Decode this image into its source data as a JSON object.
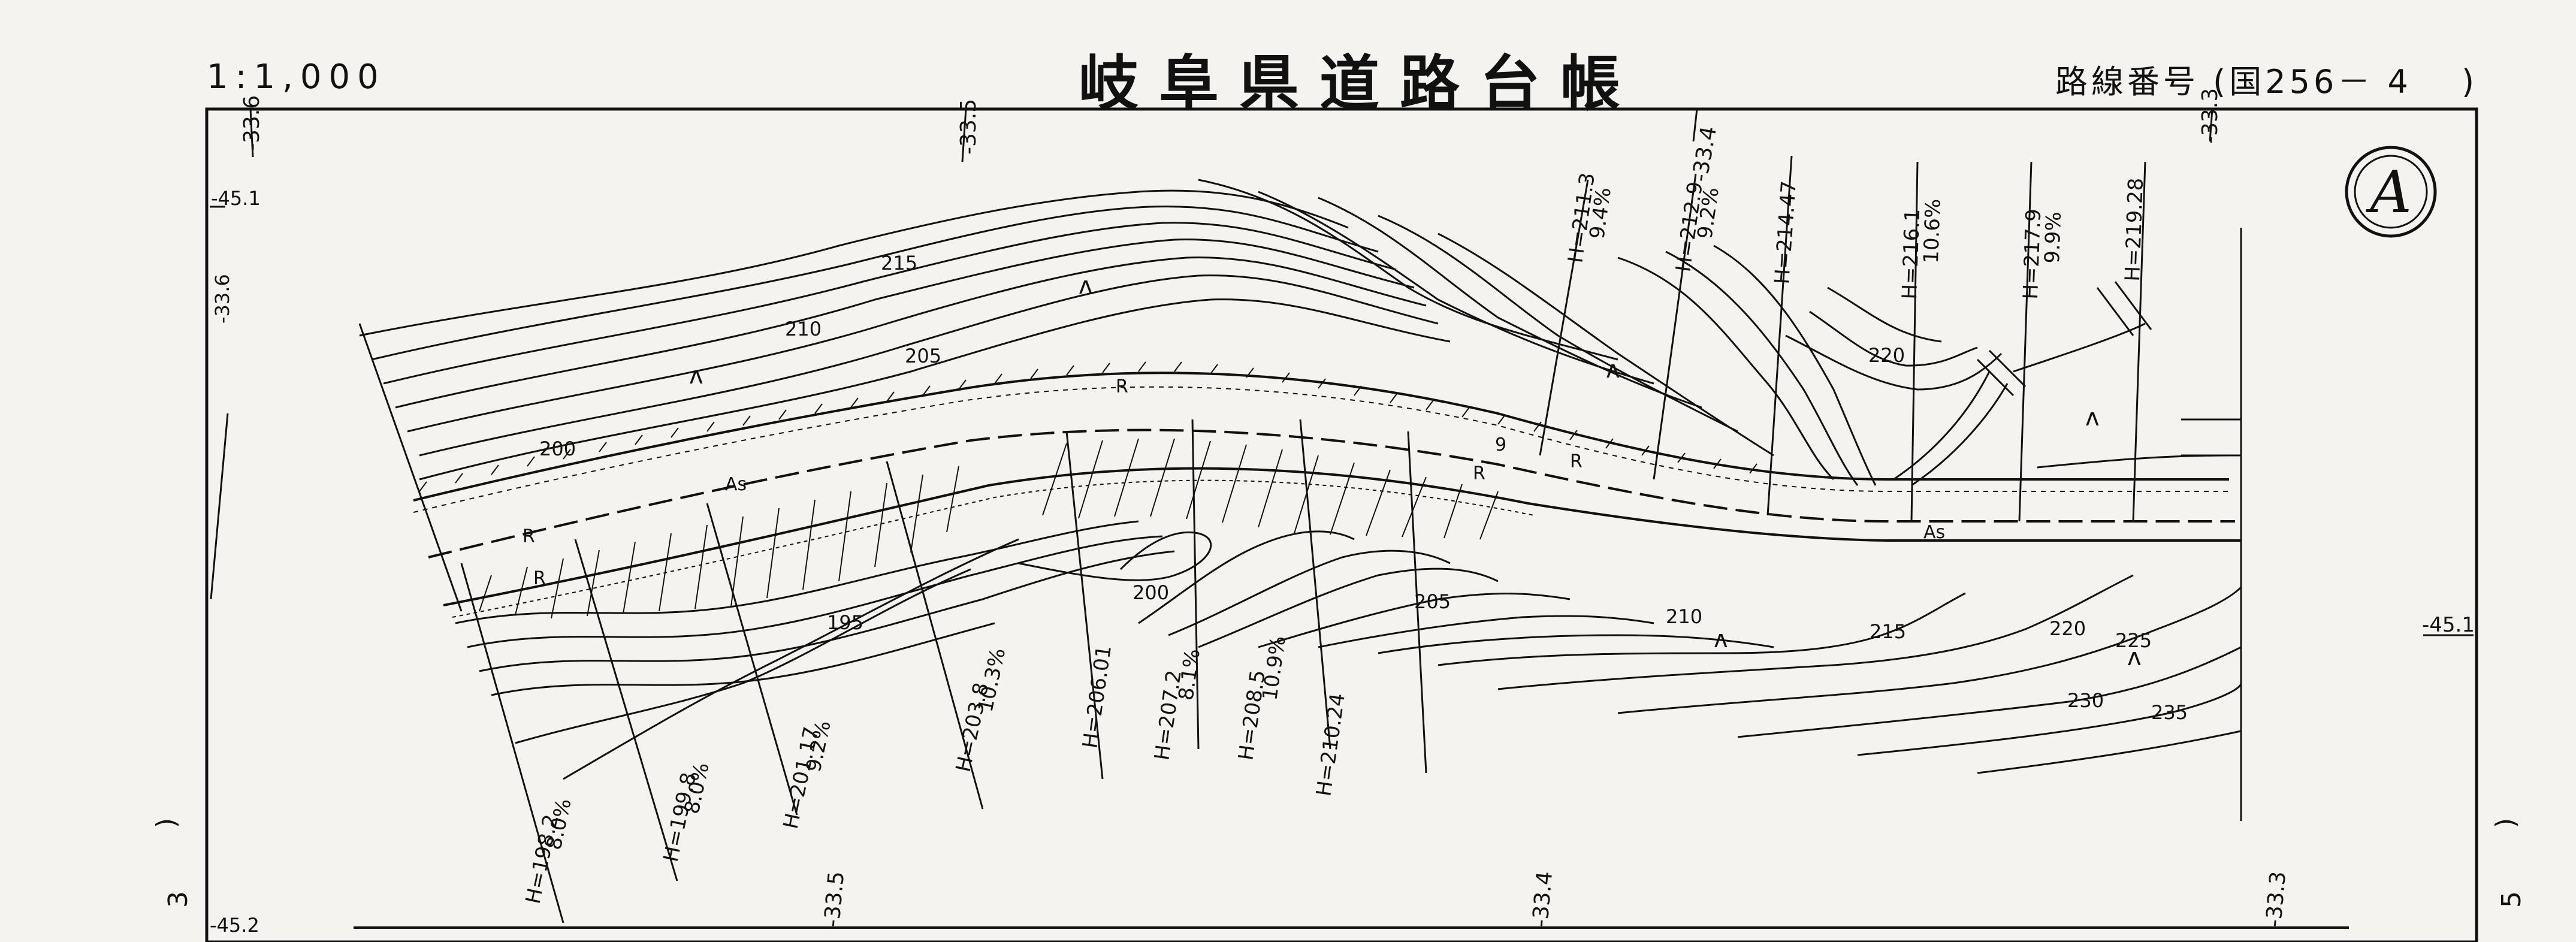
{
  "header": {
    "scale": "1:1,000",
    "title": "岐阜県道路台帳",
    "route_label": "路線番号",
    "route_value": "(国256－ 4 　)"
  },
  "sheet": {
    "left_sheet": "3",
    "right_sheet": "5",
    "left_paren": ")",
    "right_paren": ")"
  },
  "grid_labels": {
    "top": [
      "-33.6",
      "-33.5",
      "-33.4",
      "-33.3"
    ],
    "bottom": [
      "-33.5",
      "-33.4",
      "-33.3"
    ],
    "left_side": [
      "-45.1",
      "-33.6",
      "-45.2"
    ],
    "right_side": [
      "-45.1"
    ]
  },
  "contours": {
    "north": [
      "215",
      "210",
      "205",
      "200",
      "220"
    ],
    "south": [
      "195",
      "200",
      "205",
      "210",
      "215",
      "220",
      "225",
      "230",
      "235"
    ]
  },
  "road": {
    "surface": "As",
    "markers": [
      "R",
      "R",
      "R",
      "R",
      "R",
      "9"
    ],
    "symbol_forest": "ʌ"
  },
  "stations": [
    {
      "h": "H=198.2",
      "grade": "8.0%"
    },
    {
      "h": "H=199.8",
      "grade": "8.0%"
    },
    {
      "h": "H=201.17",
      "grade": "9.2%"
    },
    {
      "h": "H=203.8",
      "grade": "10.3%"
    },
    {
      "h": "H=206.01",
      "grade": ""
    },
    {
      "h": "H=207.2",
      "grade": "8.1%"
    },
    {
      "h": "H=208.5",
      "grade": "10.9%"
    },
    {
      "h": "H=210.24",
      "grade": ""
    },
    {
      "h": "H=211.3",
      "grade": "9.4%"
    },
    {
      "h": "H=212.9",
      "grade": "9.2%"
    },
    {
      "h": "H=214.47",
      "grade": ""
    },
    {
      "h": "H=216.1",
      "grade": "10.6%"
    },
    {
      "h": "H=217.9",
      "grade": "9.9%"
    },
    {
      "h": "H=219.28",
      "grade": ""
    }
  ],
  "north_arrow": "A"
}
